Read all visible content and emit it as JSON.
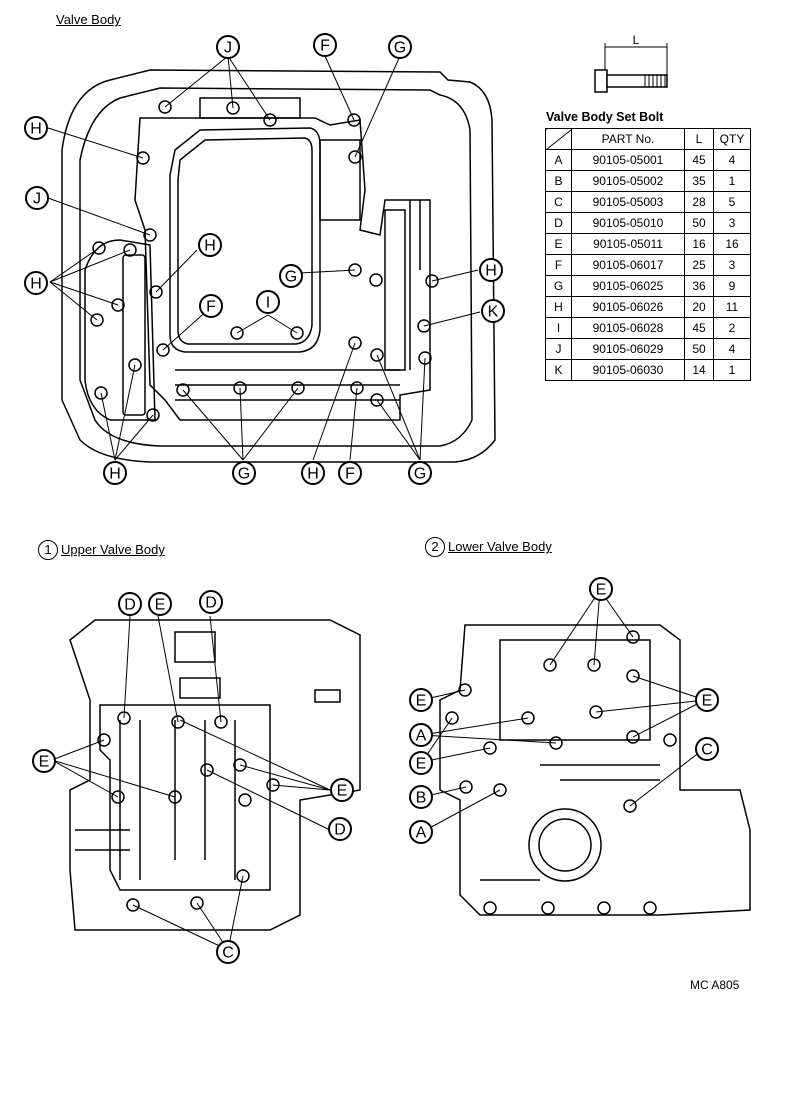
{
  "titles": {
    "valve_body": "Valve Body",
    "upper_num": "1",
    "upper": "Upper Valve Body",
    "lower_num": "2",
    "lower": "Lower Valve Body",
    "table_title": "Valve Body Set Bolt",
    "bolt_dim": "L",
    "figure_code": "MC A805"
  },
  "table": {
    "headers": [
      "PART No.",
      "L",
      "QTY"
    ],
    "rows": [
      {
        "letter": "A",
        "part": "90105-05001",
        "l": "45",
        "qty": "4"
      },
      {
        "letter": "B",
        "part": "90105-05002",
        "l": "35",
        "qty": "1"
      },
      {
        "letter": "C",
        "part": "90105-05003",
        "l": "28",
        "qty": "5"
      },
      {
        "letter": "D",
        "part": "90105-05010",
        "l": "50",
        "qty": "3"
      },
      {
        "letter": "E",
        "part": "90105-05011",
        "l": "16",
        "qty": "16"
      },
      {
        "letter": "F",
        "part": "90105-06017",
        "l": "25",
        "qty": "3"
      },
      {
        "letter": "G",
        "part": "90105-06025",
        "l": "36",
        "qty": "9"
      },
      {
        "letter": "H",
        "part": "90105-06026",
        "l": "20",
        "qty": "11"
      },
      {
        "letter": "I",
        "part": "90105-06028",
        "l": "45",
        "qty": "2"
      },
      {
        "letter": "J",
        "part": "90105-06029",
        "l": "50",
        "qty": "4"
      },
      {
        "letter": "K",
        "part": "90105-06030",
        "l": "14",
        "qty": "1"
      }
    ]
  },
  "callouts": {
    "main": [
      "J",
      "F",
      "G",
      "H",
      "J",
      "H",
      "H",
      "G",
      "H",
      "F",
      "I",
      "K",
      "H",
      "G",
      "H",
      "F",
      "G"
    ],
    "upper": [
      "D",
      "E",
      "D",
      "E",
      "E",
      "D",
      "C"
    ],
    "lower": [
      "E",
      "E",
      "A",
      "E",
      "C",
      "B",
      "A"
    ]
  }
}
